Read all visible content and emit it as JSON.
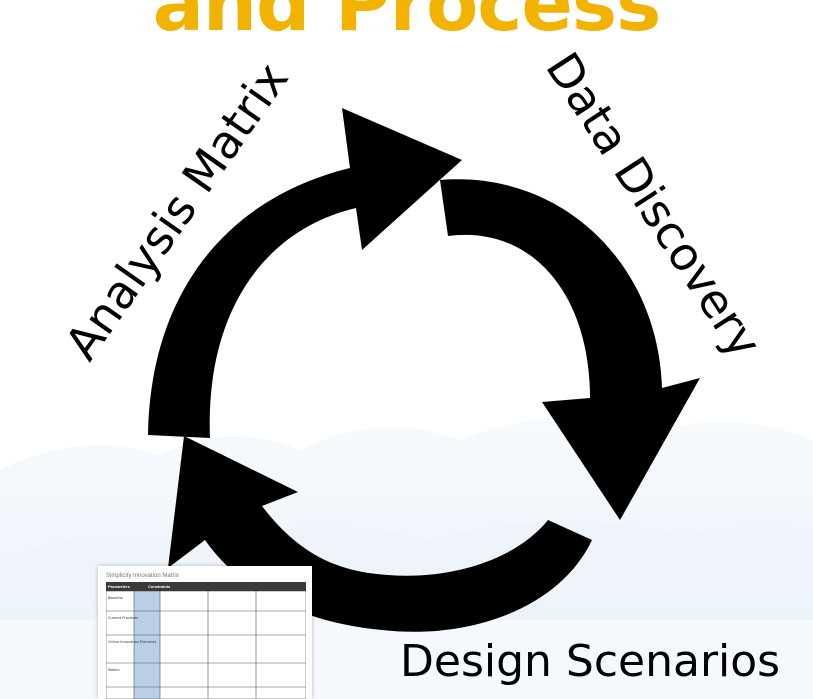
{
  "title": "and Process",
  "stages": [
    {
      "label": "Analysis Matrix"
    },
    {
      "label": "Data Discovery"
    },
    {
      "label": "Design Scenarios"
    }
  ],
  "matrix_thumbnail": {
    "caption": "Simplicity Innovation Matrix",
    "headers": [
      "Parameters",
      "Constraints",
      "",
      "",
      ""
    ],
    "row_labels": [
      "Baseline",
      "Current Practices",
      "Online Innovation Elements",
      "Mobile",
      ""
    ]
  },
  "colors": {
    "title": "#f2b200",
    "arrows": "#000000",
    "matrix_highlight_column": "#b9cfe8",
    "background_cloud": "#e6f0f8"
  }
}
